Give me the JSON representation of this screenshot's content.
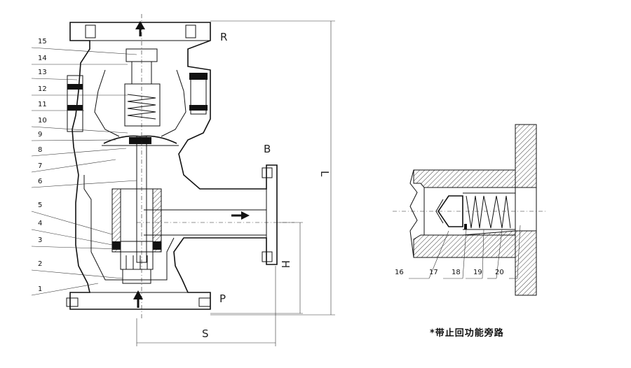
{
  "main_view": {
    "part_numbers": [
      "15",
      "14",
      "13",
      "12",
      "11",
      "10",
      "9",
      "8",
      "7",
      "6",
      "5",
      "4",
      "3",
      "2",
      "1"
    ],
    "port_labels": {
      "top": "R",
      "middle": "B",
      "bottom": "P"
    },
    "dimensions": {
      "horizontal": "S",
      "vertical_right": "L",
      "vertical_short": "H"
    }
  },
  "detail_view": {
    "part_numbers": [
      "16",
      "17",
      "18",
      "19",
      "20"
    ],
    "caption": "*带止回功能旁路"
  }
}
